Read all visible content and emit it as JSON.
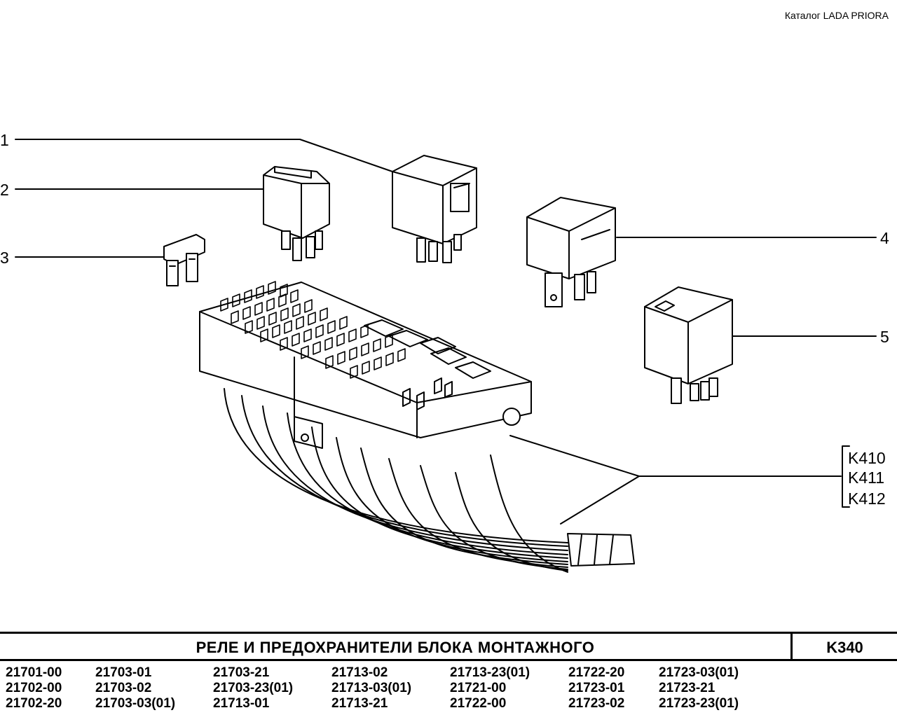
{
  "header": {
    "catalog": "Каталог  LADA  PRIORA"
  },
  "callouts": [
    "1",
    "2",
    "3",
    "4",
    "5"
  ],
  "kit_codes": [
    "K410",
    "K411",
    "K412"
  ],
  "title": {
    "text": "РЕЛЕ  И  ПРЕДОХРАНИТЕЛИ  БЛОКА  МОНТАЖНОГО",
    "code": "K340"
  },
  "models": [
    [
      "21701-00",
      "21702-00",
      "21702-20"
    ],
    [
      "21703-01",
      "21703-02",
      "21703-03(01)"
    ],
    [
      "21703-21",
      "21703-23(01)",
      "21713-01"
    ],
    [
      "21713-02",
      "21713-03(01)",
      "21713-21"
    ],
    [
      "21713-23(01)",
      "21721-00",
      "21722-00"
    ],
    [
      "21722-20",
      "21723-01",
      "21723-02"
    ],
    [
      "21723-03(01)",
      "21723-21",
      "21723-23(01)"
    ]
  ]
}
